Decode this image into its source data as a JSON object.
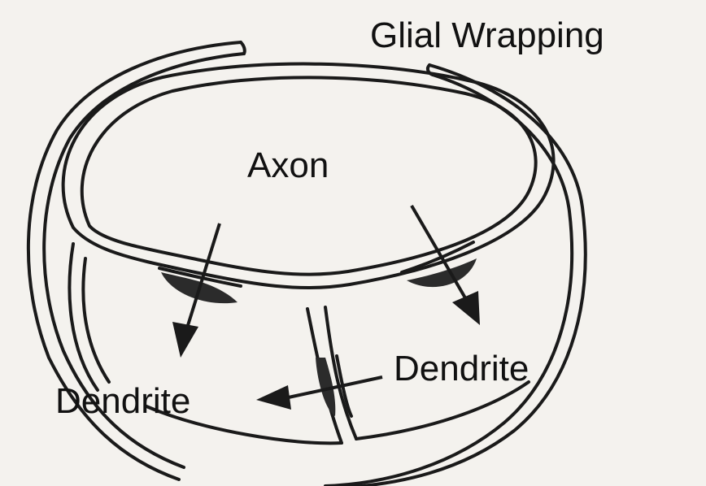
{
  "labels": {
    "glial": "Glial Wrapping",
    "axon": "Axon",
    "dendrite_left": "Dendrite",
    "dendrite_right": "Dendrite"
  }
}
